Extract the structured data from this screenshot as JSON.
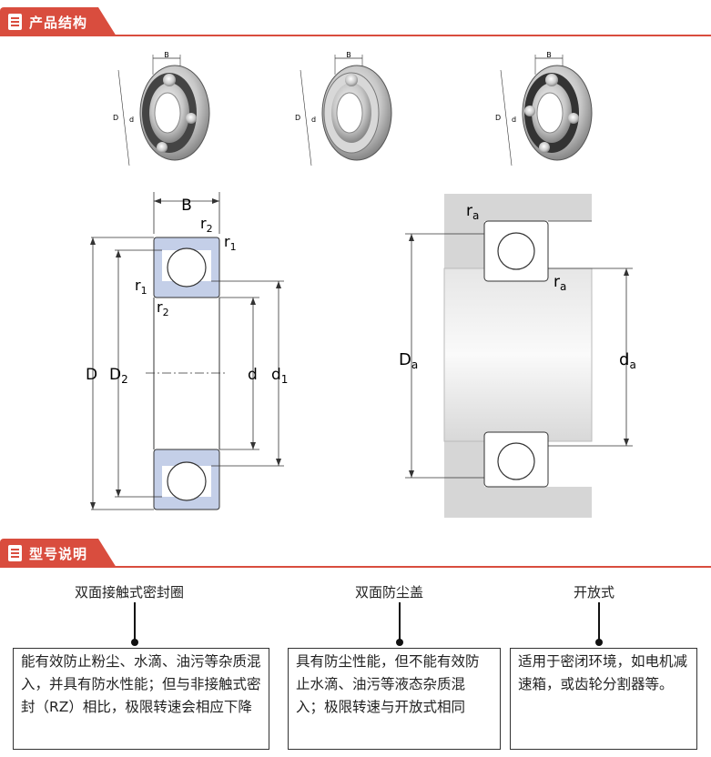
{
  "sections": {
    "structure_title": "产品结构",
    "model_title": "型号说明"
  },
  "thumb_labels": {
    "B": "B",
    "D": "D",
    "d": "d"
  },
  "drawing_left": {
    "B": "B",
    "r2": "r",
    "r2_sub": "2",
    "r1": "r",
    "r1_sub": "1",
    "D": "D",
    "D2": "D",
    "D2_sub": "2",
    "d": "d",
    "d1": "d",
    "d1_sub": "1"
  },
  "drawing_right": {
    "ra": "r",
    "ra_sub": "a",
    "Da": "D",
    "Da_sub": "a",
    "da": "d",
    "da_sub": "a"
  },
  "models": [
    {
      "title": "双面接触式密封圈",
      "desc": "能有效防止粉尘、水滴、油污等杂质混入，并具有防水性能；但与非接触式密封（RZ）相比，极限转速会相应下降"
    },
    {
      "title": "双面防尘盖",
      "desc": "具有防尘性能，但不能有效防止水滴、油污等液态杂质混入；极限转速与开放式相同"
    },
    {
      "title": "开放式",
      "desc": "适用于密闭环境，如电机减速箱，或齿轮分割器等。"
    }
  ]
}
